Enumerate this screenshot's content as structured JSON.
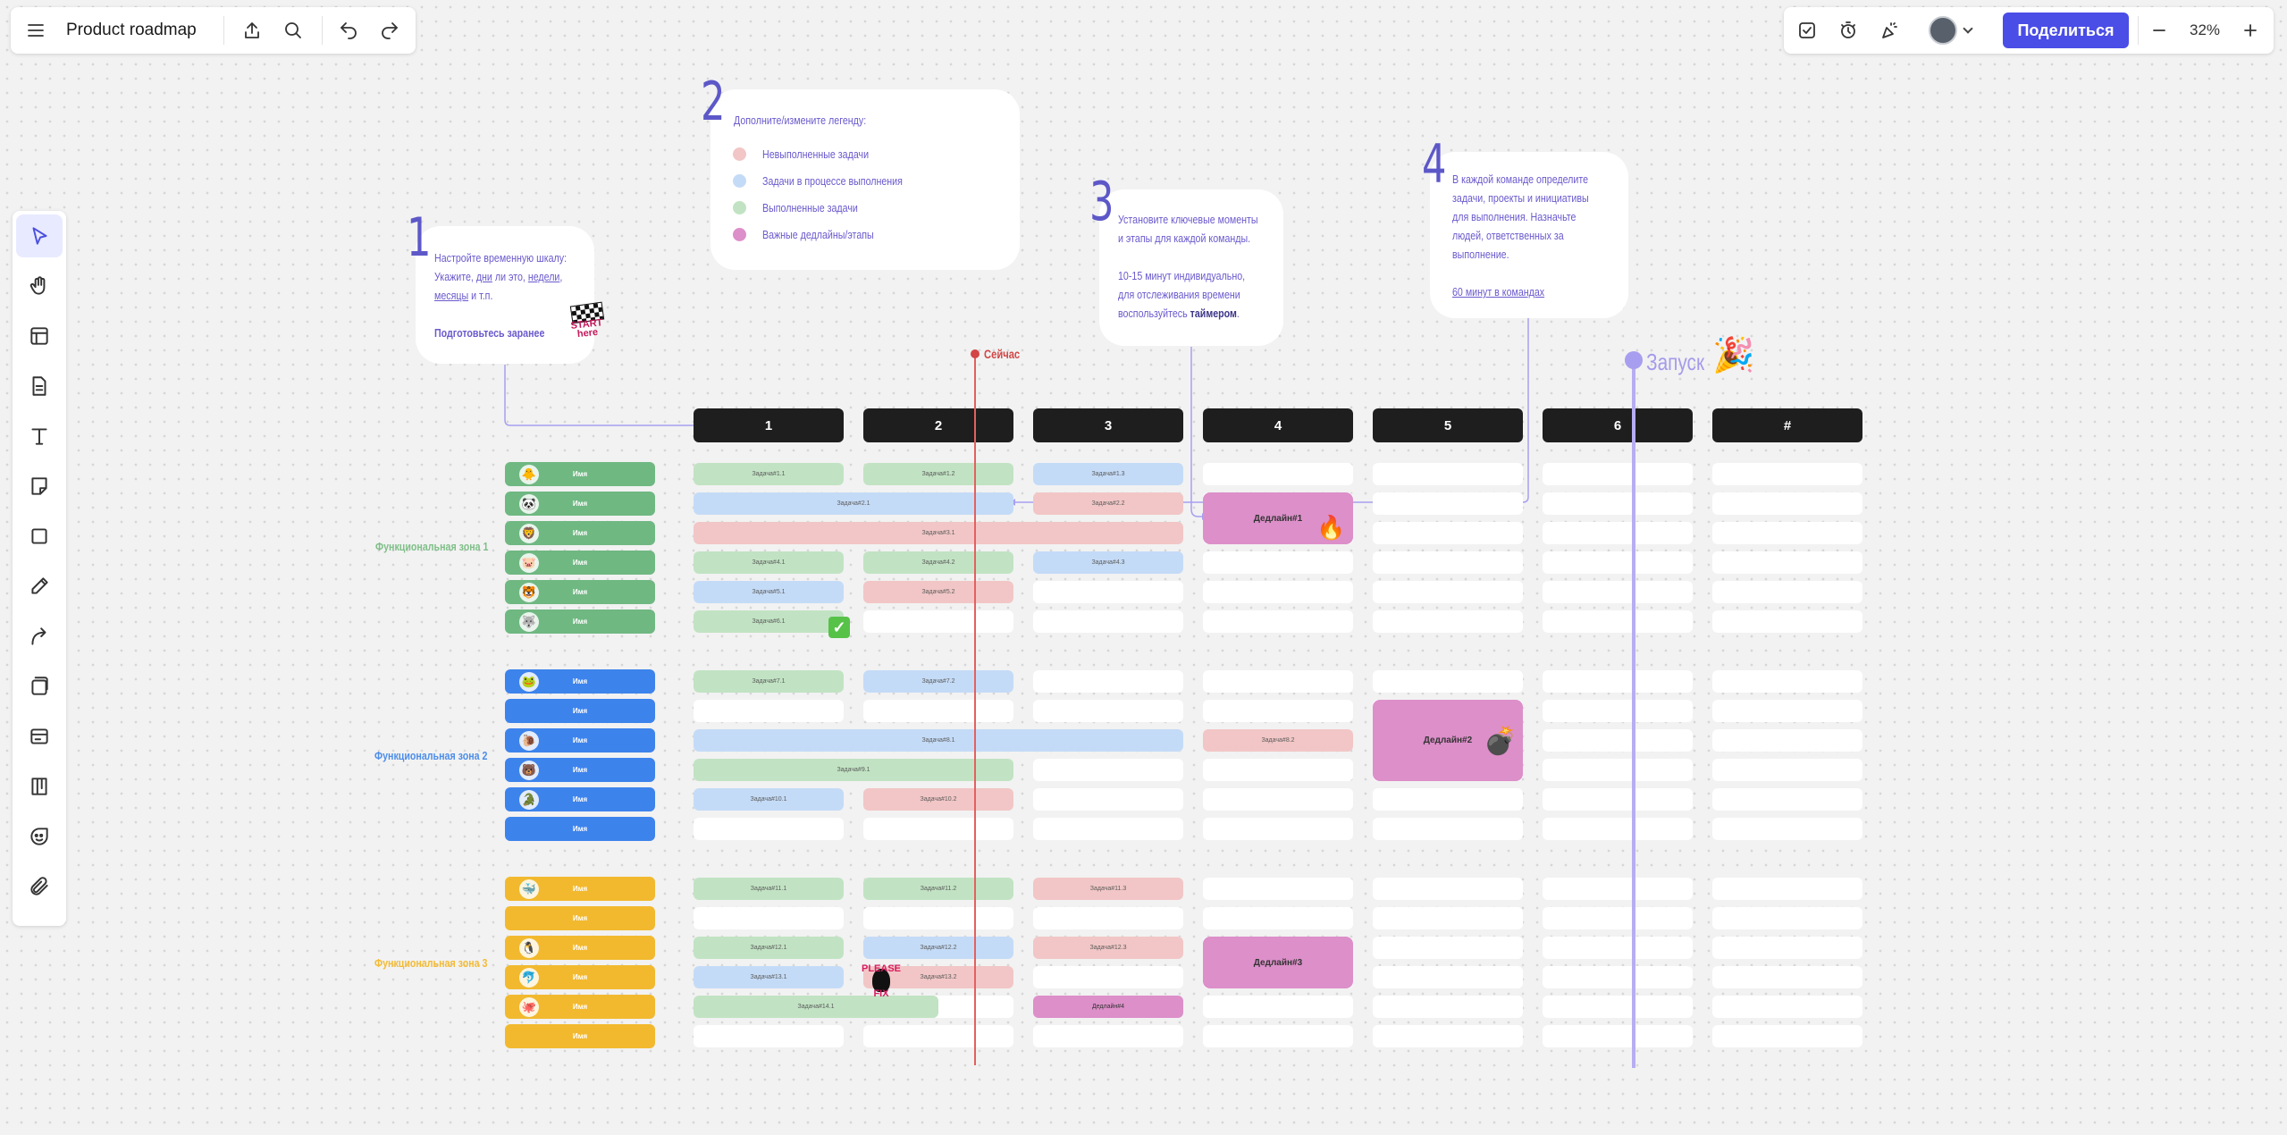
{
  "toolbar": {
    "title": "Product roadmap",
    "share_label": "Поделиться",
    "zoom": "32%"
  },
  "left_tools": [
    "cursor-icon",
    "hand-icon",
    "template-icon",
    "doc-icon",
    "text-icon",
    "sticky-icon",
    "shape-icon",
    "pen-icon",
    "connector-icon",
    "frame-icon",
    "card-icon",
    "kanban-icon",
    "sticker-icon",
    "attach-icon"
  ],
  "cards": {
    "c1": {
      "num": "1",
      "line1": "Настройте временную шкалу:",
      "line2a": "Укажите, ",
      "line2b": "дни",
      "line2c": " ли это, ",
      "line2d": "недели",
      "line3a": "месяцы",
      "line3b": " и т.п.",
      "prep": "Подготовьтесь заранее",
      "sticker": "START here"
    },
    "c2": {
      "num": "2",
      "title": "Дополните/измените легенду:",
      "items": [
        {
          "label": "Невыполненные задачи",
          "color": "#f2c6c6"
        },
        {
          "label": "Задачи в процессе выполнения",
          "color": "#c4dbf7"
        },
        {
          "label": "Выполненные задачи",
          "color": "#c1e3c3"
        },
        {
          "label": "Важные дедлайны/этапы",
          "color": "#dc8fc9"
        }
      ]
    },
    "c3": {
      "num": "3",
      "line1": "Установите ключевые моменты",
      "line2": "и этапы для каждой команды.",
      "line3": "10-15 минут индивидуально,",
      "line4": "для отслеживания времени",
      "line5a": "воспользуйтесь ",
      "line5b": "таймером",
      "line5c": "."
    },
    "c4": {
      "num": "4",
      "line1": "В каждой команде определите",
      "line2": "задачи, проекты и инициативы",
      "line3": "для выполнения. Назначьте",
      "line4": "людей, ответственных за",
      "line5": "выполнение.",
      "link": "60 минут в командах"
    }
  },
  "now_label": "Сейчас",
  "launch_label": "Запуск",
  "columns": [
    "1",
    "2",
    "3",
    "4",
    "5",
    "6",
    "#"
  ],
  "zones": [
    {
      "label": "Функциональная зона 1",
      "color": "#7fbf88"
    },
    {
      "label": "Функциональная зона 2",
      "color": "#4d8ee8"
    },
    {
      "label": "Функциональная зона 3",
      "color": "#f3bb35"
    }
  ],
  "person_name": "Имя",
  "tasks": {
    "t11": "Задача#1.1",
    "t12": "Задача#1.2",
    "t13": "Задача#1.3",
    "t21": "Задача#2.1",
    "t22": "Задача#2.2",
    "t31": "Задача#3.1",
    "t41": "Задача#4.1",
    "t42": "Задача#4.2",
    "t43": "Задача#4.3",
    "t51": "Задача#5.1",
    "t52": "Задача#5.2",
    "t61": "Задача#6.1",
    "t71": "Задача#7.1",
    "t72": "Задача#7.2",
    "t81": "Задача#8.1",
    "t82": "Задача#8.2",
    "t91": "Задача#9.1",
    "t101": "Задача#10.1",
    "t102": "Задача#10.2",
    "t111": "Задача#11.1",
    "t112": "Задача#11.2",
    "t113": "Задача#11.3",
    "t121": "Задача#12.1",
    "t122": "Задача#12.2",
    "t123": "Задача#12.3",
    "t131": "Задача#13.1",
    "t132": "Задача#13.2",
    "t141": "Задача#14.1"
  },
  "deadlines": {
    "d1": "Дедлайн#1",
    "d2": "Дедлайн#2",
    "d3": "Дедлайн#3",
    "d4": "Дедлайн#4"
  },
  "stickers": {
    "please_fix": "PLEASE FIX"
  }
}
